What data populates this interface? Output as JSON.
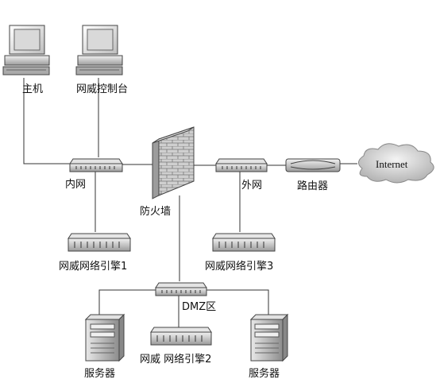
{
  "nodes": {
    "host_pc": "主机",
    "console_pc": "网威控制台",
    "inner_net": "内网",
    "firewall": "防火墙",
    "outer_net": "外网",
    "router": "路由器",
    "internet": "Internet",
    "engine_1": "网威网络引擎1",
    "engine_3": "网威网络引擎3",
    "dmz": "DMZ区",
    "engine_2": "网威 网络引擎2",
    "server_left": "服务器",
    "server_right": "服务器"
  }
}
